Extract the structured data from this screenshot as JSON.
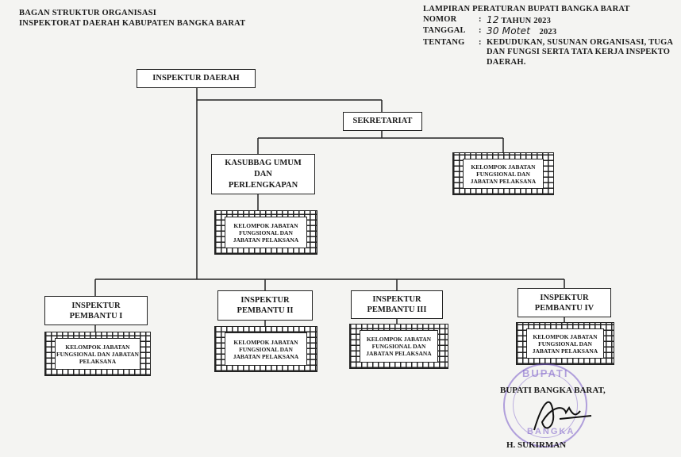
{
  "header_left": {
    "line1": "BAGAN STRUKTUR ORGANISASI",
    "line2": "INSPEKTORAT DAERAH KABUPATEN BANGKA BARAT"
  },
  "header_right": {
    "title": "LAMPIRAN PERATURAN BUPATI BANGKA BARAT",
    "nomor_label": "NOMOR",
    "nomor_value_hand": "12",
    "nomor_value_print": "TAHUN 2023",
    "tanggal_label": "TANGGAL",
    "tanggal_value_hand": "30 Motet",
    "tanggal_value_print": "2023",
    "tentang_label": "TENTANG",
    "tentang_line1": "KEDUDUKAN, SUSUNAN ORGANISASI, TUGA",
    "tentang_line2": "DAN FUNGSI SERTA TATA KERJA INSPEKTO",
    "tentang_line3": "DAERAH.",
    "colon": ":"
  },
  "chart": {
    "inspektur_daerah": "INSPEKTUR DAERAH",
    "sekretariat": "SEKRETARIAT",
    "kasubbag": "KASUBBAG UMUM DAN PERLENGKAPAN",
    "kelompok": "KELOMPOK JABATAN FUNGSIONAL DAN JABATAN PELAKSANA",
    "pembantu": [
      "INSPEKTUR PEMBANTU I",
      "INSPEKTUR PEMBANTU II",
      "INSPEKTUR PEMBANTU III",
      "INSPEKTUR PEMBANTU IV"
    ]
  },
  "signature": {
    "title": "BUPATI BANGKA BARAT,",
    "name": "H. SUKIRMAN",
    "seal_top": "BUPATI",
    "seal_bottom": "BANGKA"
  }
}
